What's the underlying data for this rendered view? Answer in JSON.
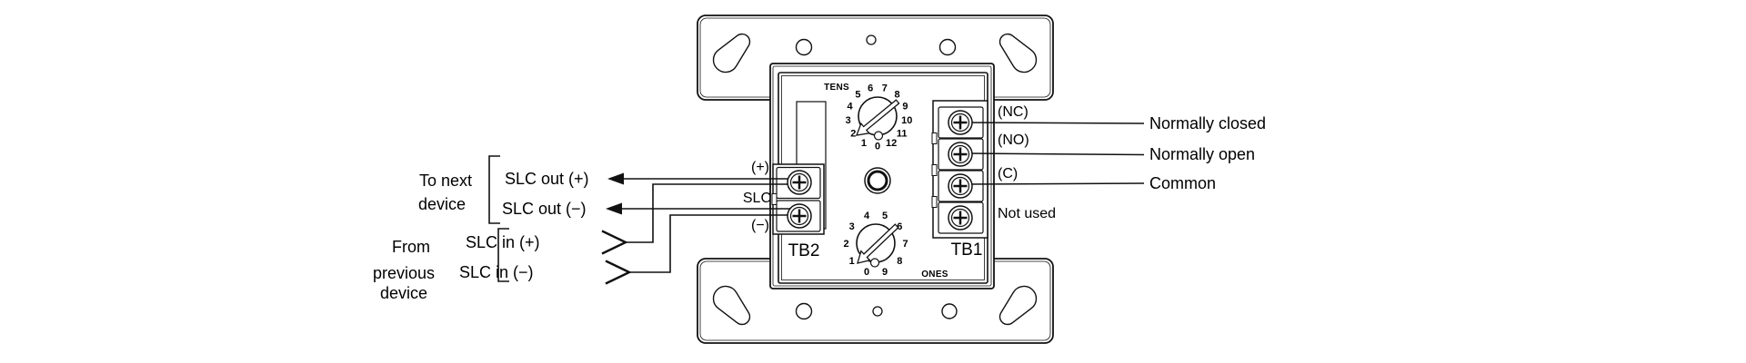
{
  "diagram": {
    "left": {
      "to_next_device_line1": "To next",
      "to_next_device_line2": "device",
      "slc_out_plus": "SLC out (+)",
      "slc_out_minus": "SLC out (−)",
      "from_line1": "From",
      "from_line2": "previous",
      "from_line3": "device",
      "slc_in_plus": "SLC in (+)",
      "slc_in_minus": "SLC in (−)"
    },
    "tb2": {
      "name": "TB2",
      "plus_label": "(+)",
      "slc_label": "SLC",
      "minus_label": "(−)"
    },
    "dials": {
      "tens": {
        "label": "TENS",
        "numbers": [
          "0",
          "1",
          "2",
          "3",
          "4",
          "5",
          "6",
          "7",
          "8",
          "9",
          "10",
          "11",
          "12"
        ]
      },
      "ones": {
        "label": "ONES",
        "numbers": [
          "0",
          "1",
          "2",
          "3",
          "4",
          "5",
          "6",
          "7",
          "8",
          "9"
        ]
      }
    },
    "tb1": {
      "name": "TB1",
      "terminals": [
        {
          "tag": "(NC)",
          "description": "Normally closed"
        },
        {
          "tag": "(NO)",
          "description": "Normally open"
        },
        {
          "tag": "(C)",
          "description": "Common"
        },
        {
          "tag": "",
          "description": "Not used"
        }
      ]
    },
    "colors": {
      "line": "#111111",
      "background": "#ffffff"
    }
  }
}
